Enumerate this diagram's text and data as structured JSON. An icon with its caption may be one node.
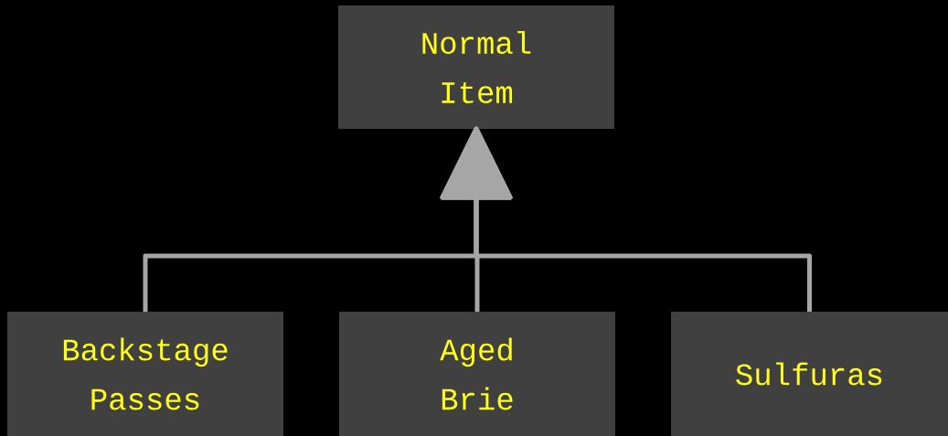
{
  "diagram": {
    "nodes": [
      {
        "text": [
          "Normal Item"
        ]
      },
      {
        "text": [
          "Backstage Passes"
        ]
      },
      {
        "text": [
          "Aged Brie"
        ]
      },
      {
        "text": [
          "Sulfuras"
        ]
      }
    ],
    "edges": [
      {
        "from": 1,
        "to": 0,
        "arrow": "to"
      },
      {
        "from": 2,
        "to": 0,
        "arrow": "to"
      },
      {
        "from": 3,
        "to": 0,
        "arrow": "to"
      }
    ]
  }
}
